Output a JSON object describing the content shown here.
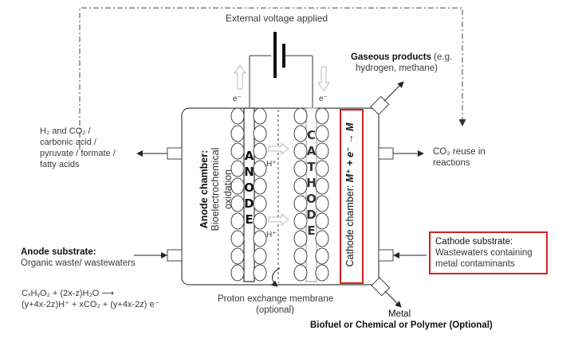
{
  "top": {
    "voltage_label": "External voltage applied"
  },
  "electrons": {
    "left": "e⁻",
    "right": "e⁻"
  },
  "gaseous": {
    "line1_bold": "Gaseous products",
    "line1_rest": " (e.g.",
    "line2": "hydrogen, methane)"
  },
  "left_products": {
    "line1": "H₂ and CO₂ /",
    "line2": "carbonic acid /",
    "line3": "pyruvate / formate /",
    "line4": "fatty acids"
  },
  "co2_reuse": {
    "line1": "CO₂ reuse in",
    "line2": "reactions"
  },
  "anode_substrate": {
    "title": "Anode substrate:",
    "desc": "Organic waste/ wastewaters"
  },
  "cathode_substrate": {
    "title": "Cathode substrate:",
    "line1": "Wastewaters containing",
    "line2": "metal contaminants"
  },
  "equation": {
    "line1": "CₓHᵧO₂  + (2x-z)H₂O ⟶",
    "line2": "(y+4x-2z)H⁺ + xCO₂ + (y+4x-2z) e⁻"
  },
  "anode_chamber": {
    "line1": "Anode chamber:",
    "line2": "Bioelectrochemical",
    "line3": "oxidation"
  },
  "anode_letters": [
    "A",
    "N",
    "O",
    "D",
    "E"
  ],
  "cathode_letters": [
    "C",
    "A",
    "T",
    "H",
    "O",
    "D",
    "E"
  ],
  "protons": {
    "upper": "H⁺",
    "lower": "H⁺"
  },
  "cathode_chamber": {
    "label": "Cathode chamber: ",
    "reaction": "M⁺ + e⁻ → M"
  },
  "membrane": {
    "line1": "Proton exchange membrane",
    "line2": "(optional)"
  },
  "bottom_products": {
    "metal": "Metal",
    "line2": "Biofuel or Chemical or Polymer (Optional)"
  }
}
